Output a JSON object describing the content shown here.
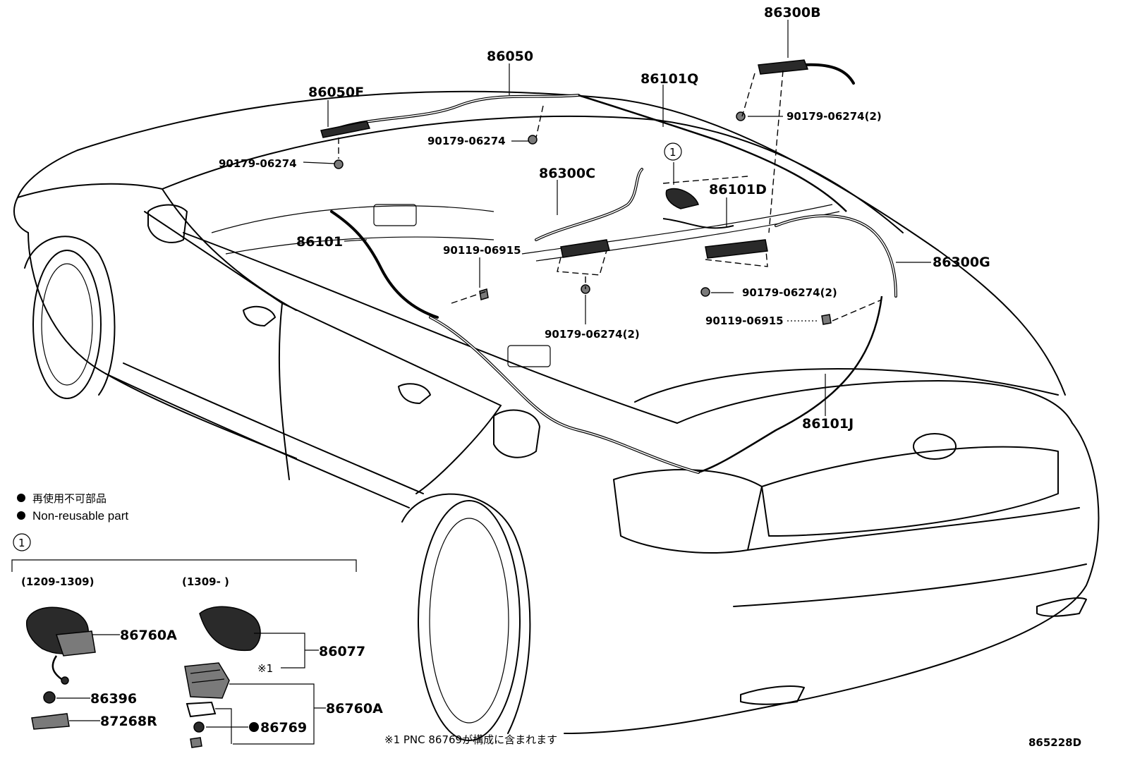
{
  "diagram": {
    "labels": {
      "l86300B": "86300B",
      "l86050": "86050",
      "l86050F": "86050F",
      "l86101Q": "86101Q",
      "l90179_a": "90179-06274(2)",
      "l90179_b": "90179-06274",
      "l90179_c": "90179-06274",
      "l86300C": "86300C",
      "l86101D": "86101D",
      "l86101": "86101",
      "l90119_a": "90119-06915",
      "l86300G": "86300G",
      "l90179_d": "90179-06274(2)",
      "l90119_b": "90119-06915",
      "l90179_e": "90179-06274(2)",
      "l86101J": "86101J",
      "callout1": "1"
    },
    "legend": {
      "jp": "再使用不可部品",
      "en": "Non-reusable part"
    },
    "inset": {
      "callout": "1",
      "range_a": "(1209-1309)",
      "range_b": "(1309-      )",
      "p86760A_a": "86760A",
      "p86396": "86396",
      "p87268R": "87268R",
      "p86077": "86077",
      "note_mark": "※1",
      "p86760A_b": "86760A",
      "p86769": "86769"
    },
    "footnote": "※1 PNC 86769が構成に含まれます",
    "drawing_id": "865228D"
  }
}
